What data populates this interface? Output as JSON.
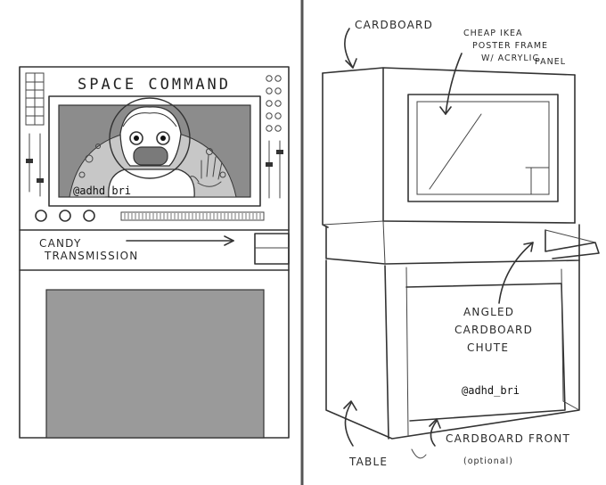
{
  "left_panel": {
    "title": "SPACE COMMAND",
    "screen_watermark": "@adhd_bri",
    "candy_label_line1": "CANDY",
    "candy_label_line2": "TRANSMISSION"
  },
  "right_panel": {
    "label_cardboard_top": "CARDBOARD",
    "label_frame_line1": "CHEAP IKEA",
    "label_frame_line2": "POSTER FRAME",
    "label_frame_line3": "W/ ACRYLIC",
    "label_frame_line4": "PANEL",
    "label_chute_line1": "ANGLED",
    "label_chute_line2": "CARDBOARD",
    "label_chute_line3": "CHUTE",
    "watermark": "@adhd_bri",
    "label_table": "TABLE",
    "label_front_line1": "CARDBOARD FRONT",
    "label_front_line2": "(optional)"
  },
  "colors": {
    "ink": "#333333",
    "screen_gray": "#8c8c8c",
    "panel_gray": "#9a9a9a",
    "paper": "#ffffff"
  }
}
